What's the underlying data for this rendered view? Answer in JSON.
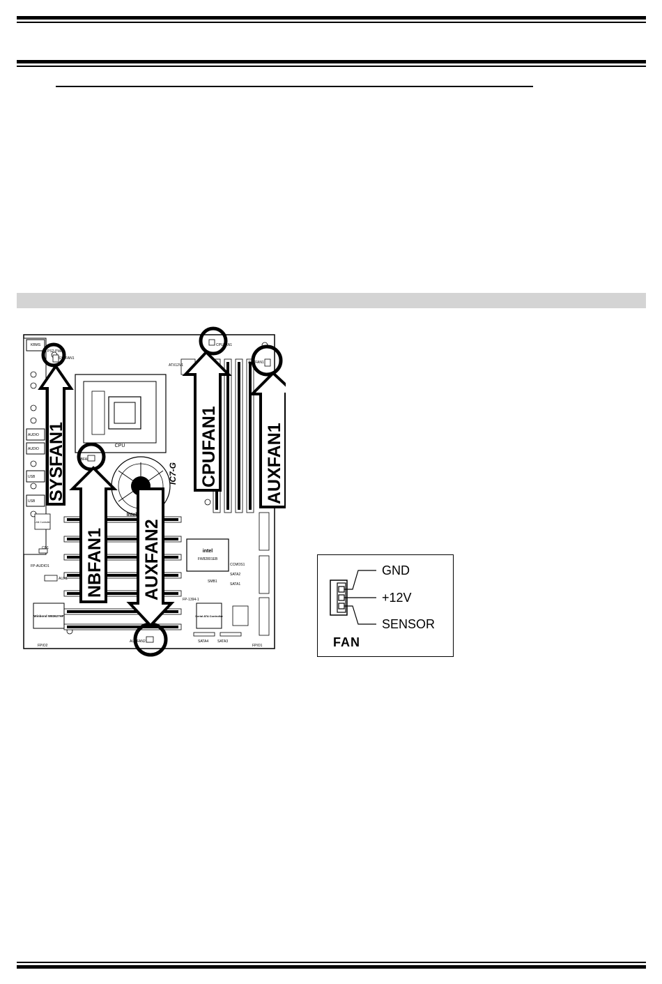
{
  "connector": {
    "title": "FAN",
    "pins": [
      "GND",
      "+12V",
      "SENSOR"
    ]
  },
  "board": {
    "arrow_labels": [
      "SYSFAN1",
      "NBFAN1",
      "AUXFAN2",
      "CPUFAN1",
      "AUXFAN1"
    ],
    "model_text": "IC7-G",
    "chip_labels": {
      "north": "Intel 82875P",
      "south_brand": "intel",
      "south_model": "FW82801EB",
      "cpu": "CPU",
      "sata_ctrl": "Serial ATA Controller",
      "winbond": "Winbond W83627HF",
      "lan": "LAN Controller"
    },
    "small_labels": {
      "kbms": "KBMS",
      "ps2pwr": "PS2-PWR",
      "sysfan": "SYSFAN1",
      "atx12v": "ATX12V1",
      "cpufan": "CPUFAN1",
      "auxfan1": "AUXFAN1",
      "audio1": "AUDIO",
      "audio2": "AUDIO",
      "usb1": "USB",
      "usb2": "USB",
      "cd1": "CD1",
      "fpaudio": "FP-AUDIO1",
      "aux1": "AUX1",
      "sata1": "SATA1",
      "sata2": "SATA2",
      "sata3": "SATA3",
      "sata4": "SATA4",
      "ccmos": "CCMOS1",
      "smb1": "SMB1",
      "fp1394": "FP-1394-1",
      "fpio1": "FPIO1",
      "fpio2": "FPIO2",
      "auxfan2": "AUXFAN2",
      "nbfan": "NBFAN1"
    }
  }
}
